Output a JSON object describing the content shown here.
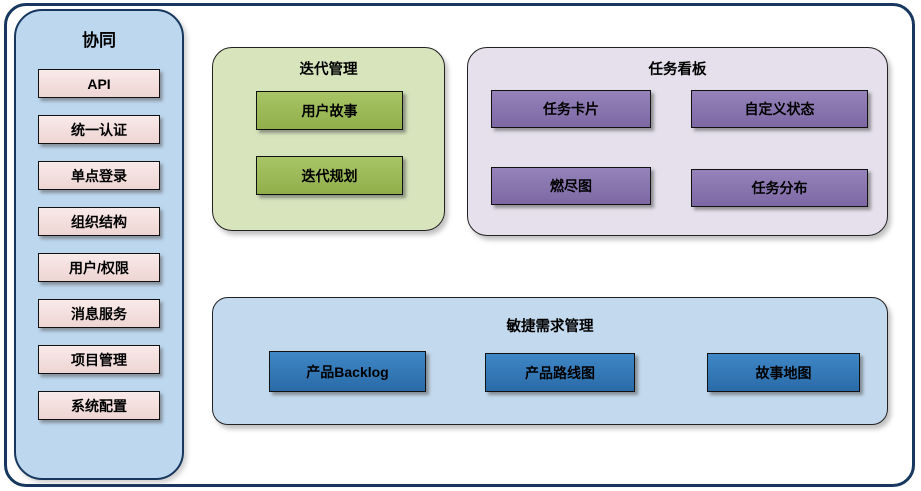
{
  "sidebar": {
    "title": "协同",
    "items": [
      "API",
      "统一认证",
      "单点登录",
      "组织结构",
      "用户/权限",
      "消息服务",
      "项目管理",
      "系统配置"
    ]
  },
  "iteration": {
    "title": "迭代管理",
    "items": [
      "用户故事",
      "迭代规划"
    ]
  },
  "kanban": {
    "title": "任务看板",
    "items": [
      "任务卡片",
      "自定义状态",
      "燃尽图",
      "任务分布"
    ]
  },
  "agile": {
    "title": "敏捷需求管理",
    "items": [
      "产品Backlog",
      "产品路线图",
      "故事地图"
    ]
  },
  "colors": {
    "frame_border": "#17375E",
    "sidebar_bg": "#BDD7EE",
    "sidebar_item_bg": "#F2DBDB",
    "iteration_bg": "#D7E4BC",
    "iteration_item_bg": "#9BBB59",
    "kanban_bg": "#E5E0EC",
    "kanban_item_bg": "#8771AB",
    "agile_bg": "#C3D9ED",
    "agile_item_bg": "#2E75B6"
  }
}
